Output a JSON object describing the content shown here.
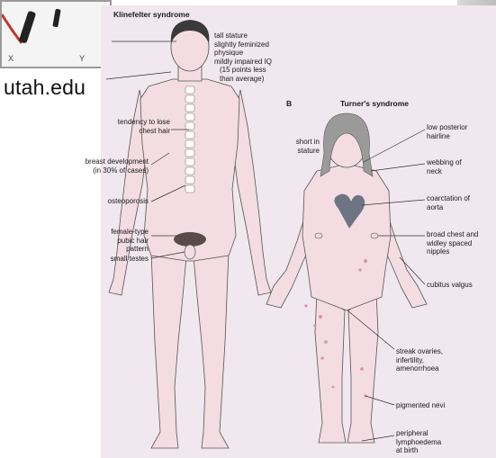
{
  "url": "utah.edu",
  "karyotype_thumb": {
    "letters": [
      "X",
      "Y"
    ]
  },
  "klinefelter": {
    "title": "Klinefelter syndrome",
    "features": [
      "tall stature",
      "slightly feminized",
      "physique",
      "mildly impaired IQ",
      "(15 points less",
      "than average)"
    ],
    "left_labels": {
      "chest_hair": [
        "tendency to lose",
        "chest hair"
      ],
      "breast": [
        "breast development",
        "(in 30% of cases)"
      ],
      "osteo": [
        "osteoporosis"
      ],
      "pubic": [
        "female-type",
        "pubic hair",
        "pattern"
      ],
      "testes": [
        "small testes"
      ]
    }
  },
  "turner": {
    "panel_letter": "B",
    "title": "Turner's syndrome",
    "short": [
      "short in",
      "stature"
    ],
    "right_labels": {
      "hairline": [
        "low posterior",
        "hairline"
      ],
      "webbing": [
        "webbing of",
        "neck"
      ],
      "coarct": [
        "coarctation of",
        "aorta"
      ],
      "chest": [
        "broad chest and",
        "widley spaced",
        "nipples"
      ],
      "cubitus": [
        "cubitus valgus"
      ],
      "streak": [
        "streak ovaries,",
        "infertility,",
        "amenorrhoea"
      ],
      "nevi": [
        "pigmented nevi"
      ],
      "lymph": [
        "peripheral",
        "lymphoedema",
        "at birth"
      ]
    }
  },
  "colors": {
    "panel": "#f1e7ee",
    "body": "#f3dde2",
    "outline": "#555555",
    "nevi": "#d98fb0",
    "heart": "#6d7484"
  }
}
